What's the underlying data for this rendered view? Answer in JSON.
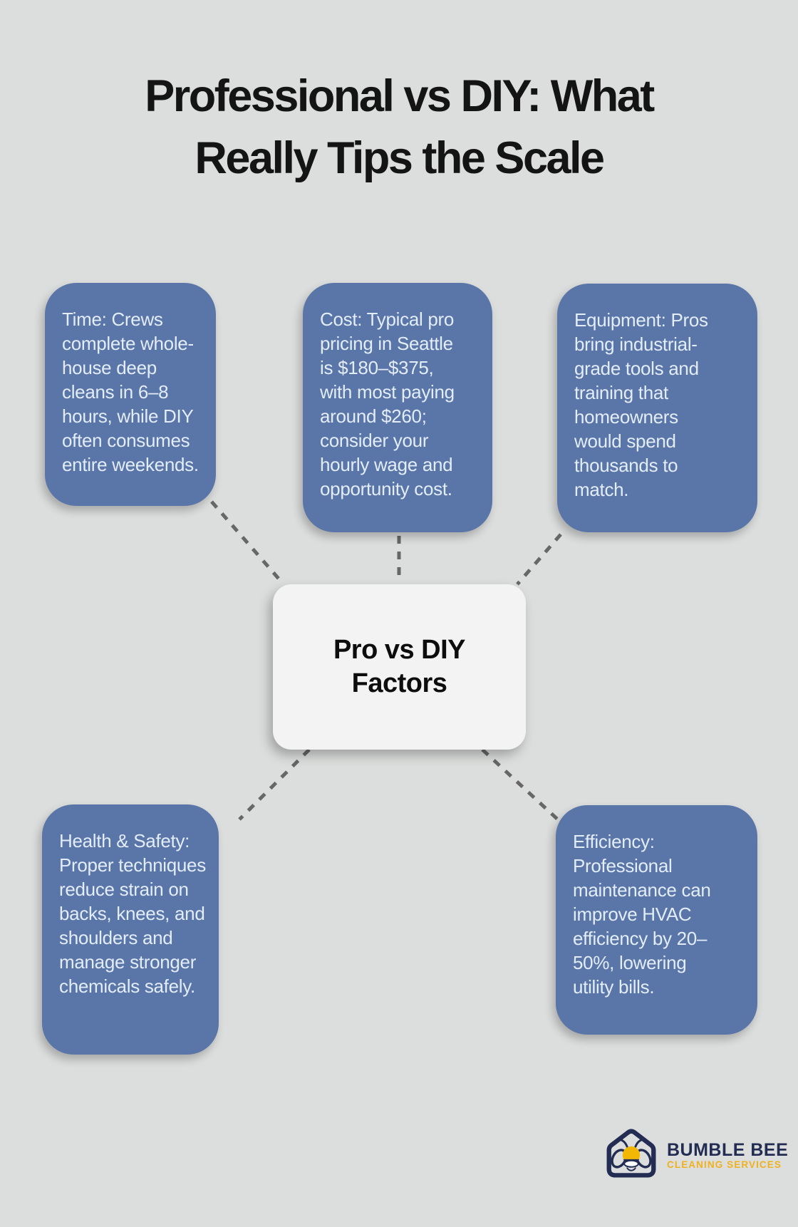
{
  "title": {
    "line1": "Professional vs DIY: What",
    "line2": "Really Tips the Scale"
  },
  "center_node": {
    "line1": "Pro vs DIY",
    "line2": "Factors"
  },
  "factors": [
    {
      "id": "time",
      "text": "Time: Crews complete whole-house deep cleans in 6–8 hours, while DIY often consumes entire weekends."
    },
    {
      "id": "cost",
      "text": "Cost: Typical pro pricing in Seattle is $180–$375, with most paying around $260; consider your hourly wage and opportunity cost."
    },
    {
      "id": "equipment",
      "text": "Equipment: Pros bring industrial-grade tools and training that homeowners would spend thousands to match."
    },
    {
      "id": "health_safety",
      "text": "Health & Safety: Proper techniques reduce strain on backs, knees, and shoulders and manage stronger chemicals safely."
    },
    {
      "id": "efficiency",
      "text": "Efficiency: Professional maintenance can improve HVAC efficiency by 20–50%, lowering utility bills."
    }
  ],
  "logo": {
    "brand": "BUMBLE BEE",
    "tagline": "CLEANING SERVICES"
  },
  "colors": {
    "background": "#dcdedd",
    "factor_box": "#5a75a8",
    "factor_text": "#e3edf8",
    "center_box": "#f2f3f2",
    "center_text": "#0d0d0d",
    "connector": "#666766",
    "title_text": "#141414",
    "logo_navy": "#232d54",
    "logo_yellow": "#f0b11e"
  }
}
